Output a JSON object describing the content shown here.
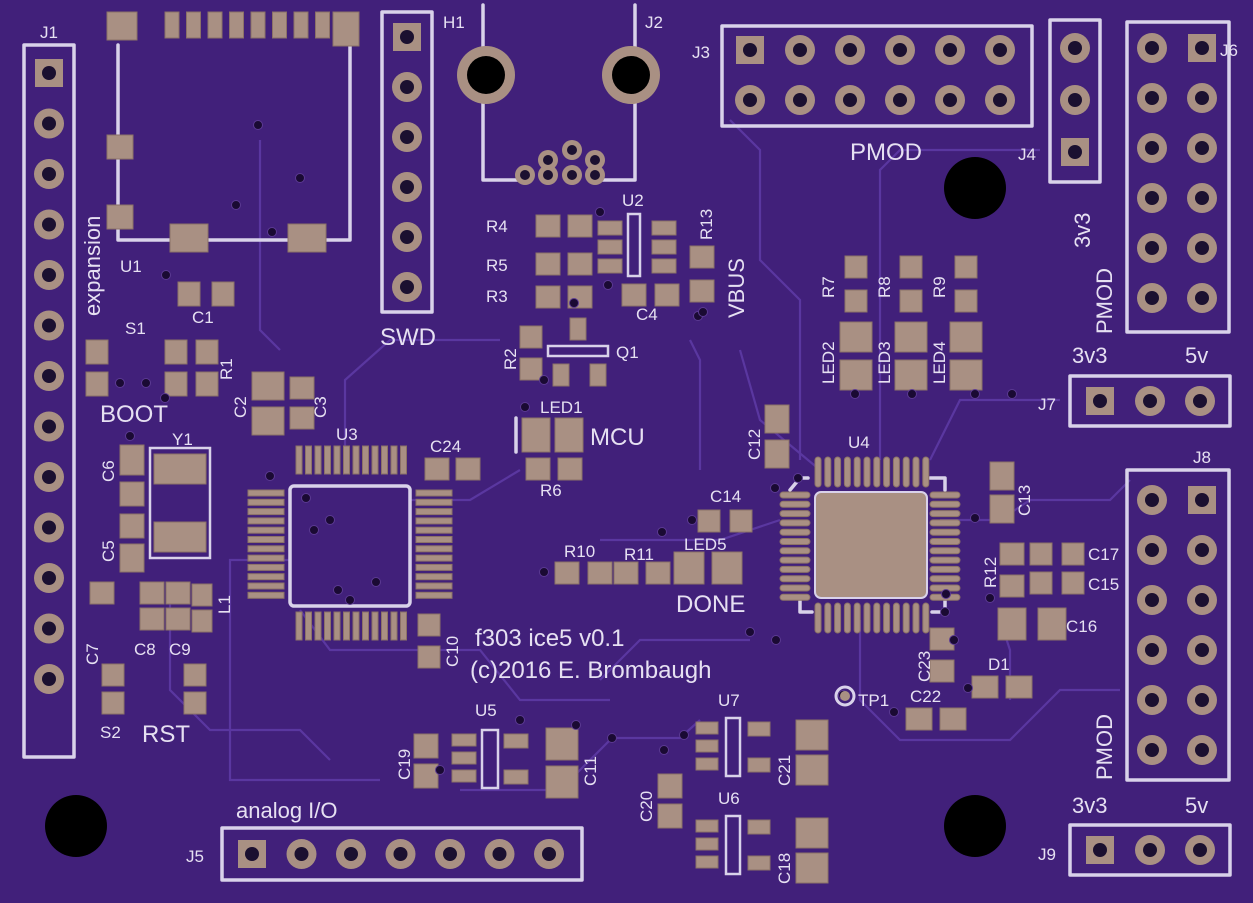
{
  "colors": {
    "board": "#41207a",
    "silkscreen": "#d9d2ea",
    "copper_pad": "#a99083",
    "trace": "#5a37a0",
    "hole": "#000000"
  },
  "headers": {
    "J1": {
      "ref": "J1",
      "label": "expansion"
    },
    "H1": {
      "ref": "H1",
      "label": "SWD"
    },
    "J2": {
      "ref": "J2"
    },
    "J3": {
      "ref": "J3",
      "label": "PMOD"
    },
    "J4": {
      "ref": "J4",
      "label": "3v3"
    },
    "J5": {
      "ref": "J5",
      "label": "analog I/O"
    },
    "J6": {
      "ref": "J6",
      "label": "PMOD"
    },
    "J7": {
      "ref": "J7",
      "left": "3v3",
      "right": "5v"
    },
    "J8": {
      "ref": "J8",
      "label": "PMOD"
    },
    "J9": {
      "ref": "J9",
      "left": "3v3",
      "right": "5v"
    }
  },
  "labels": {
    "U1": "U1",
    "U2": "U2",
    "U3": "U3",
    "U4": "U4",
    "U5": "U5",
    "U6": "U6",
    "U7": "U7",
    "S1": "S1",
    "S2": "S2",
    "BOOT": "BOOT",
    "RST": "RST",
    "Y1": "Y1",
    "L1": "L1",
    "Q1": "Q1",
    "D1": "D1",
    "TP1": "TP1",
    "VBUS": "VBUS",
    "MCU": "MCU",
    "DONE": "DONE",
    "C1": "C1",
    "C2": "C2",
    "C3": "C3",
    "C4": "C4",
    "C5": "C5",
    "C6": "C6",
    "C7": "C7",
    "C8": "C8",
    "C9": "C9",
    "C10": "C10",
    "C11": "C11",
    "C12": "C12",
    "C13": "C13",
    "C14": "C14",
    "C15": "C15",
    "C16": "C16",
    "C17": "C17",
    "C18": "C18",
    "C19": "C19",
    "C20": "C20",
    "C21": "C21",
    "C22": "C22",
    "C23": "C23",
    "C24": "C24",
    "R1": "R1",
    "R2": "R2",
    "R3": "R3",
    "R4": "R4",
    "R5": "R5",
    "R6": "R6",
    "R7": "R7",
    "R8": "R8",
    "R9": "R9",
    "R10": "R10",
    "R11": "R11",
    "R12": "R12",
    "R13": "R13",
    "LED1": "LED1",
    "LED2": "LED2",
    "LED3": "LED3",
    "LED4": "LED4",
    "LED5": "LED5"
  },
  "board_text": {
    "title": "f303 ice5 v0.1",
    "copyright": "(c)2016 E. Brombaugh"
  }
}
